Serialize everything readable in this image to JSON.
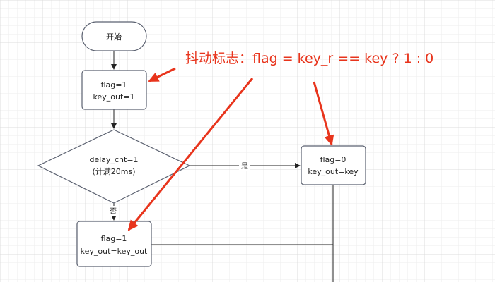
{
  "diagram": {
    "nodes": {
      "start": {
        "lines": [
          "开始"
        ]
      },
      "init": {
        "lines": [
          "flag=1",
          "key_out=1"
        ]
      },
      "decision": {
        "lines": [
          "delay_cnt=1",
          "(计满20ms)"
        ]
      },
      "yes_box": {
        "lines": [
          "flag=0",
          "key_out=key"
        ]
      },
      "no_box": {
        "lines": [
          "flag=1",
          "key_out=key_out"
        ]
      }
    },
    "edges": {
      "yes_label": "是",
      "no_label": "否"
    },
    "annotation": {
      "text": "抖动标志：flag = key_r == key ? 1 : 0"
    }
  },
  "colors": {
    "node_fill": "#ffffff",
    "node_stroke": "#5b6170",
    "edge": "#222222",
    "grid_minor": "#ededed",
    "grid_major": "#dcdcdc",
    "annotation": "#e8341c"
  }
}
